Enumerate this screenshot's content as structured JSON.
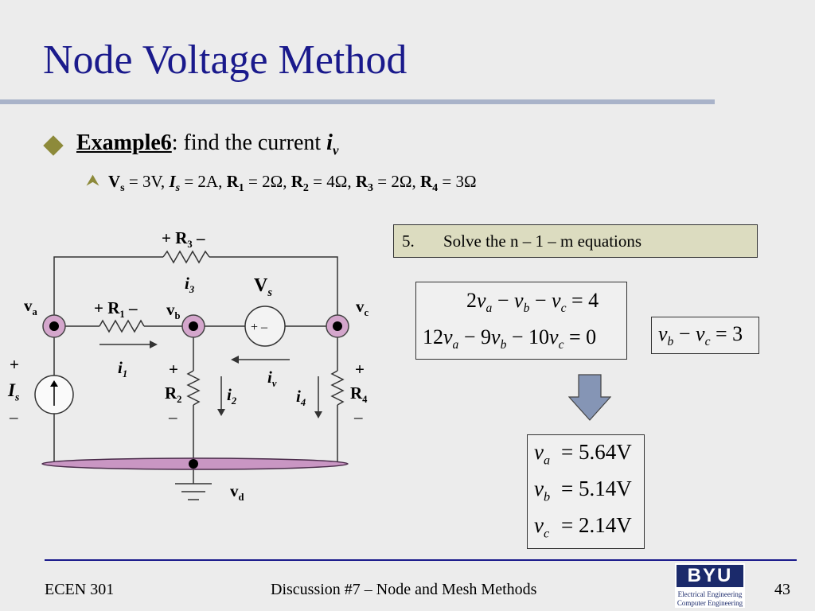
{
  "slide": {
    "title": "Node Voltage Method",
    "bullet1": {
      "example": "Example6",
      "rest": ": find the current ",
      "var": "i",
      "sub": "v"
    },
    "bullet2": {
      "vs": "V",
      "vs_sub": "s",
      "vs_val": " = 3V, ",
      "is": "I",
      "is_sub": "s",
      "is_val": " = 2A, ",
      "r1": "R",
      "r1_sub": "1",
      "r1_val": " = 2Ω, ",
      "r2": "R",
      "r2_sub": "2",
      "r2_val": " = 4Ω, ",
      "r3": "R",
      "r3_sub": "3",
      "r3_val": " = 2Ω, ",
      "r4": "R",
      "r4_sub": "4",
      "r4_val": " = 3Ω"
    },
    "step": {
      "num": "5.",
      "text": "Solve the n – 1 – m equations"
    },
    "equations": {
      "eq1": "2v_a − v_b − v_c = 4",
      "eq2": "12v_a − 9v_b − 10v_c = 0",
      "eq3": "v_b − v_c = 3"
    },
    "results": {
      "va": "= 5.64V",
      "vb": "= 5.14V",
      "vc": "= 2.14V"
    },
    "circuit": {
      "r3": "+ R",
      "r3_sub": "3",
      "r3_minus": " –",
      "i3": "i",
      "i3_sub": "3",
      "vs": "V",
      "vs_sub": "s",
      "va": "v",
      "va_sub": "a",
      "vb": "v",
      "vb_sub": "b",
      "vc": "v",
      "vc_sub": "c",
      "vd": "v",
      "vd_sub": "d",
      "r1": "+ R",
      "r1_sub": "1",
      "r1_minus": " –",
      "i1": "i",
      "i1_sub": "1",
      "iv": "i",
      "iv_sub": "v",
      "r2": "R",
      "r2_sub": "2",
      "i2": "i",
      "i2_sub": "2",
      "i4": "i",
      "i4_sub": "4",
      "r4": "R",
      "r4_sub": "4",
      "is": "I",
      "is_sub": "s",
      "plus": "+",
      "minus": "–",
      "vs_pm": "+ –"
    }
  },
  "footer": {
    "course": "ECEN 301",
    "topic": "Discussion #7 – Node and Mesh Methods",
    "page": "43"
  },
  "logo": {
    "name": "BYU",
    "line1": "Electrical Engineering",
    "line2": "Computer Engineering"
  }
}
